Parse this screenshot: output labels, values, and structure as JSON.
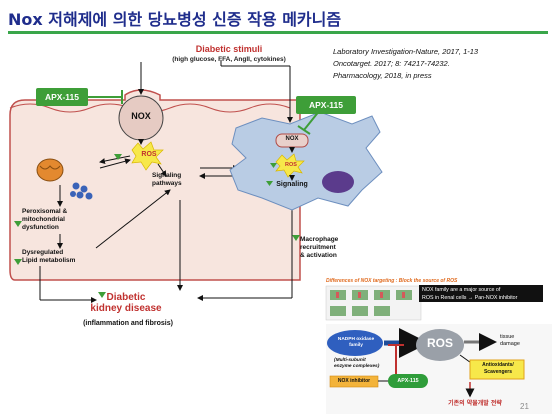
{
  "title": "Nox 저해제에 의한 당뇨병성 신증 작용 메카니즘",
  "stimuli": {
    "title": "Diabetic stimuli",
    "subtitle": "(high glucose, FFA, AngII, cytokines)"
  },
  "references": [
    "Laboratory Investigation-Nature, 2017, 1-13",
    "Oncotarget. 2017; 8: 74217-74232.",
    "Pharmacology, 2018, in press"
  ],
  "inhibitor_left": "APX-115",
  "inhibitor_right": "APX-115",
  "cell_left": {
    "nox": "NOX",
    "ros": "ROS",
    "signaling": "Signaling\npathways",
    "perox": "Peroxisomal &\nmitochondrial\ndysfunction",
    "lipid": "Dysregulated\nLipid metabolism"
  },
  "cell_right": {
    "nox": "NOX",
    "ros": "ROS",
    "signaling": "Signaling"
  },
  "macrophage": "Macrophage\nrecruitment\n& activation",
  "outcome": {
    "title": "Diabetic\nkidney disease",
    "subtitle": "(inflammation and fibrosis)"
  },
  "inset": {
    "title": "Differences of NOX targeting : Block the source of ROS",
    "callout": "NOX family are a major source of\nROS in Renal cells → Pan-NOX inhibitor",
    "nadph": "NADPH oxidase\nfamily",
    "multi": "(Multi-subunit\nenzyme complexes)",
    "ros": "ROS",
    "tissue": "tissue\ndamage",
    "antiox": "Antioxidants/\nScavengers",
    "nox_inhibitor": "NOX inhibitor",
    "apx": "APX-115",
    "strategy": "기존의 약물개발 전략"
  },
  "page_number": "21",
  "colors": {
    "title": "#1f2d8c",
    "accent_green": "#3e9e38",
    "arrow_red": "#c0312f",
    "cell_left_fill": "#f7e5de",
    "cell_left_border": "#c0504d",
    "cell_right_fill": "#b9cce4",
    "ros_yellow": "#f7e84a"
  }
}
